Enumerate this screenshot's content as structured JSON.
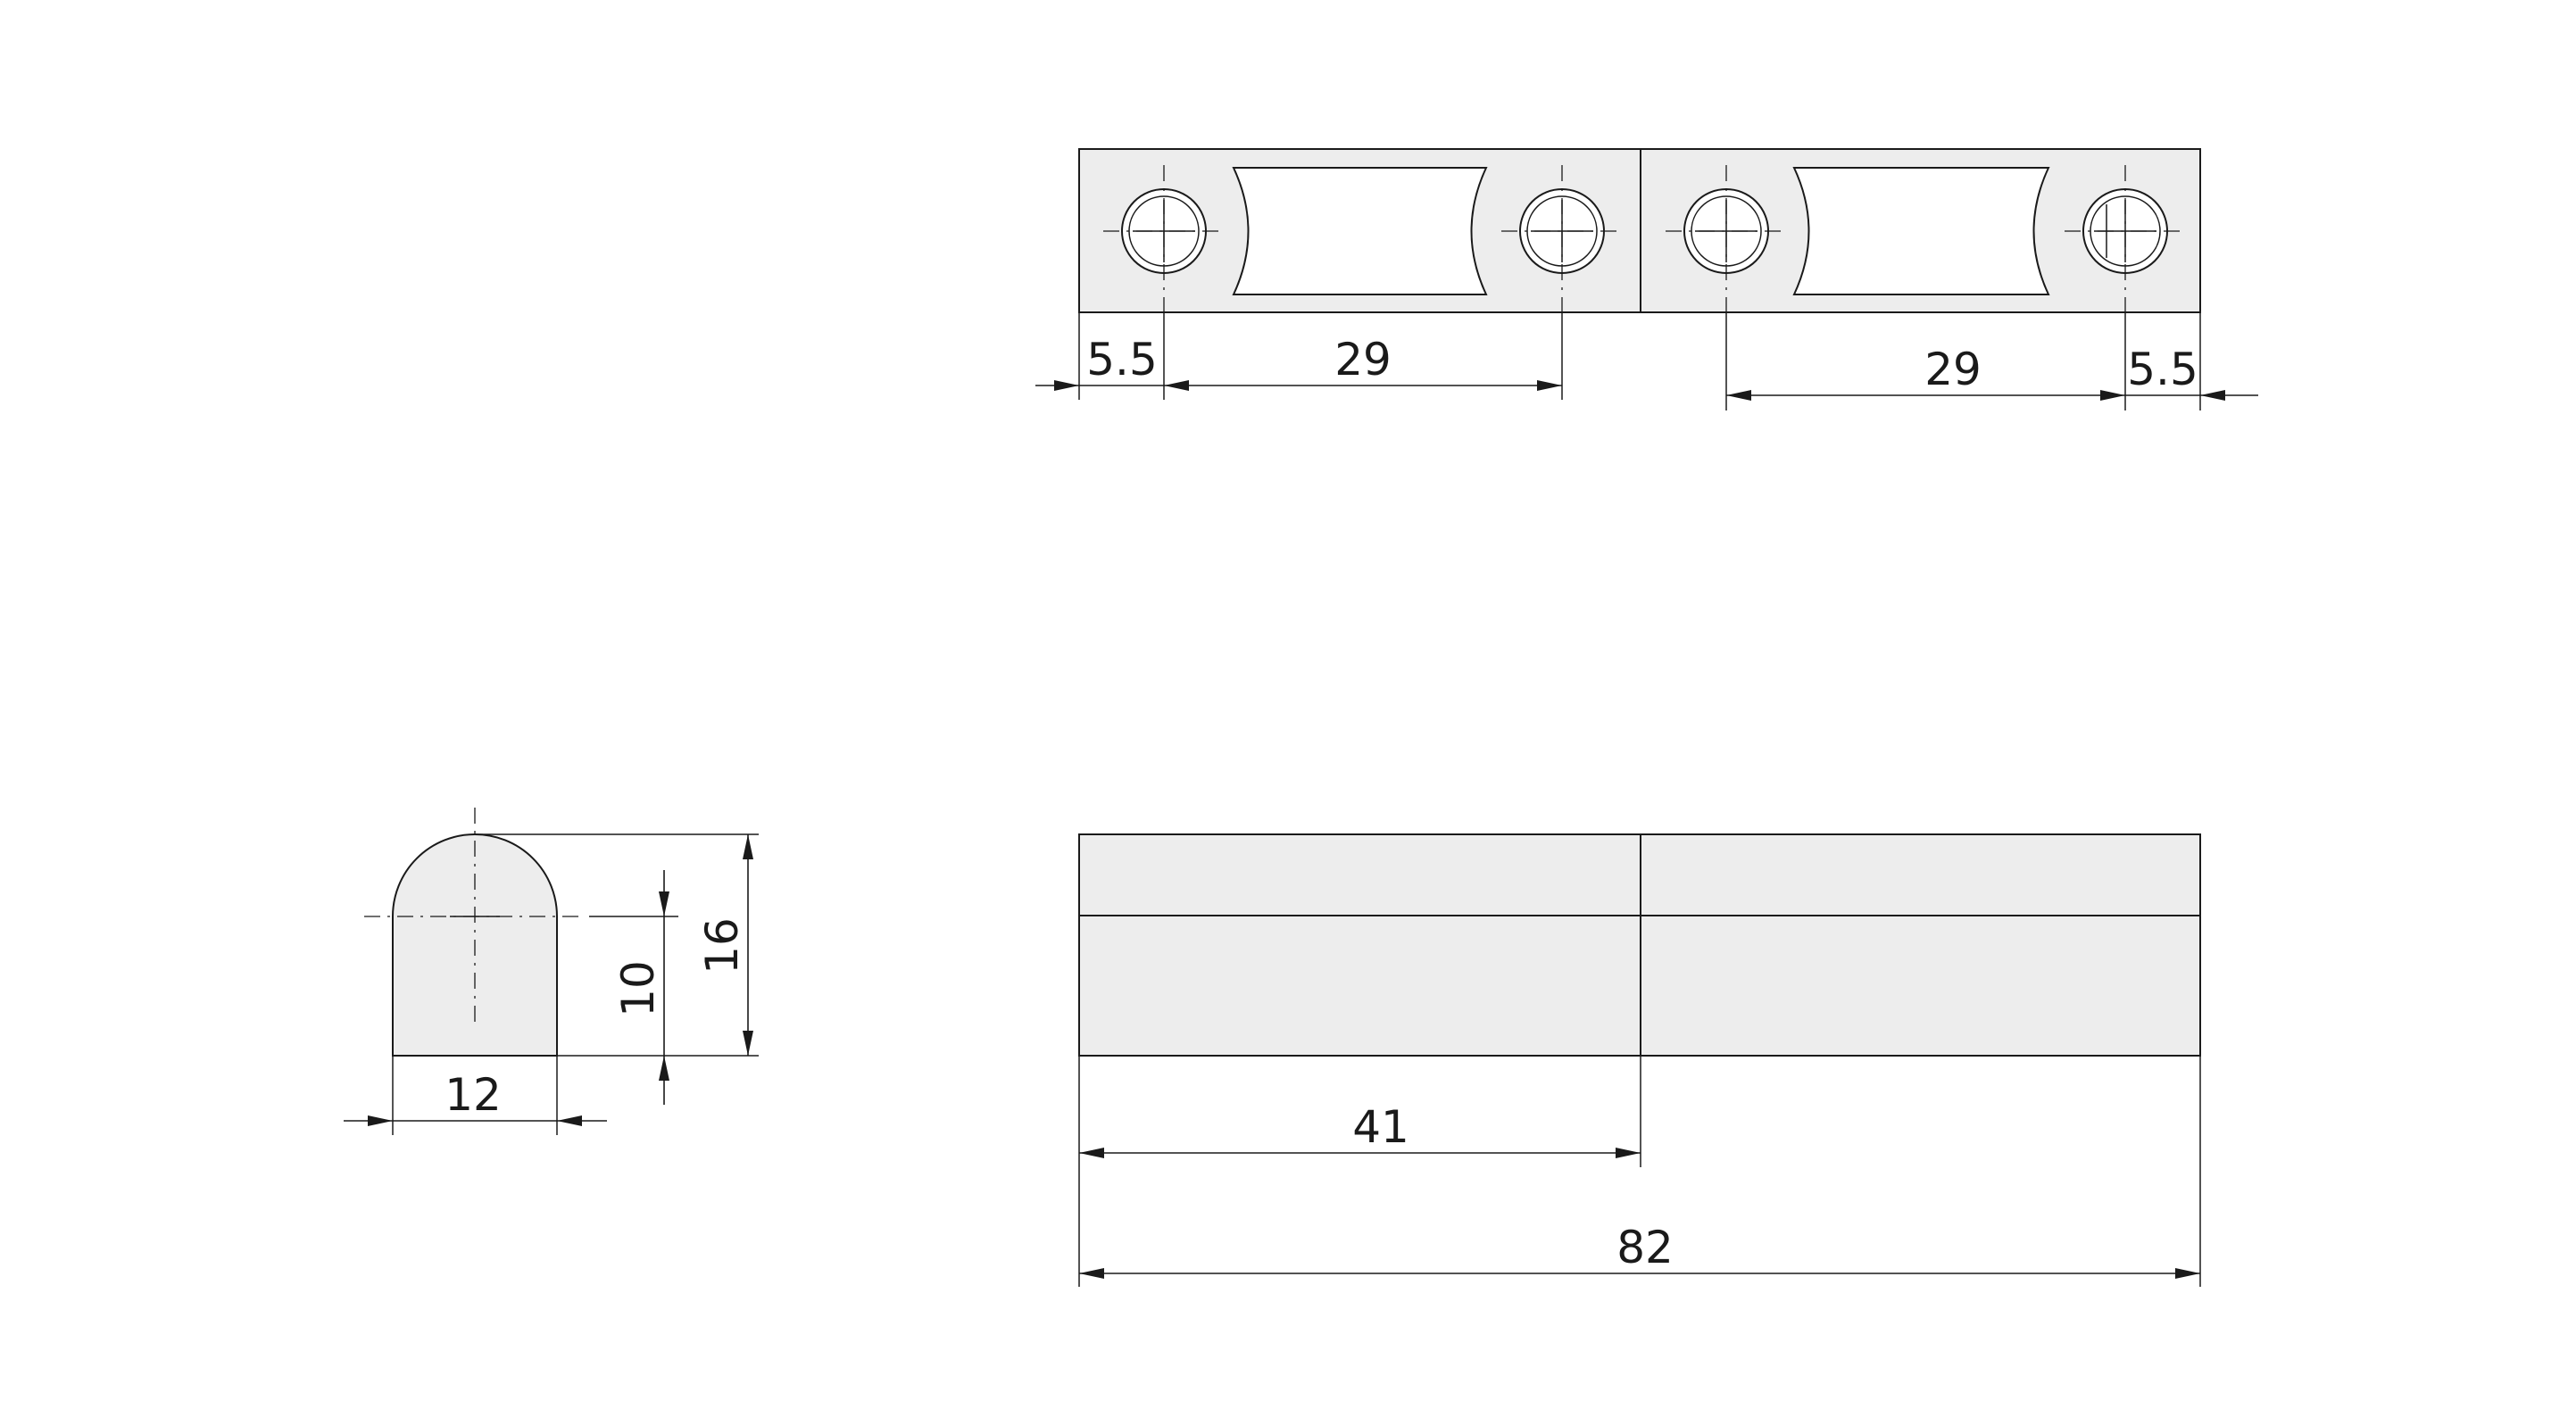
{
  "drawing": {
    "dimensions": {
      "top_left_edge": "5.5",
      "top_left_pitch": "29",
      "top_right_pitch": "29",
      "top_right_edge": "5.5",
      "side_width": "12",
      "side_arc_height": "10",
      "side_total_height": "16",
      "front_half_length": "41",
      "front_total_length": "82"
    }
  }
}
